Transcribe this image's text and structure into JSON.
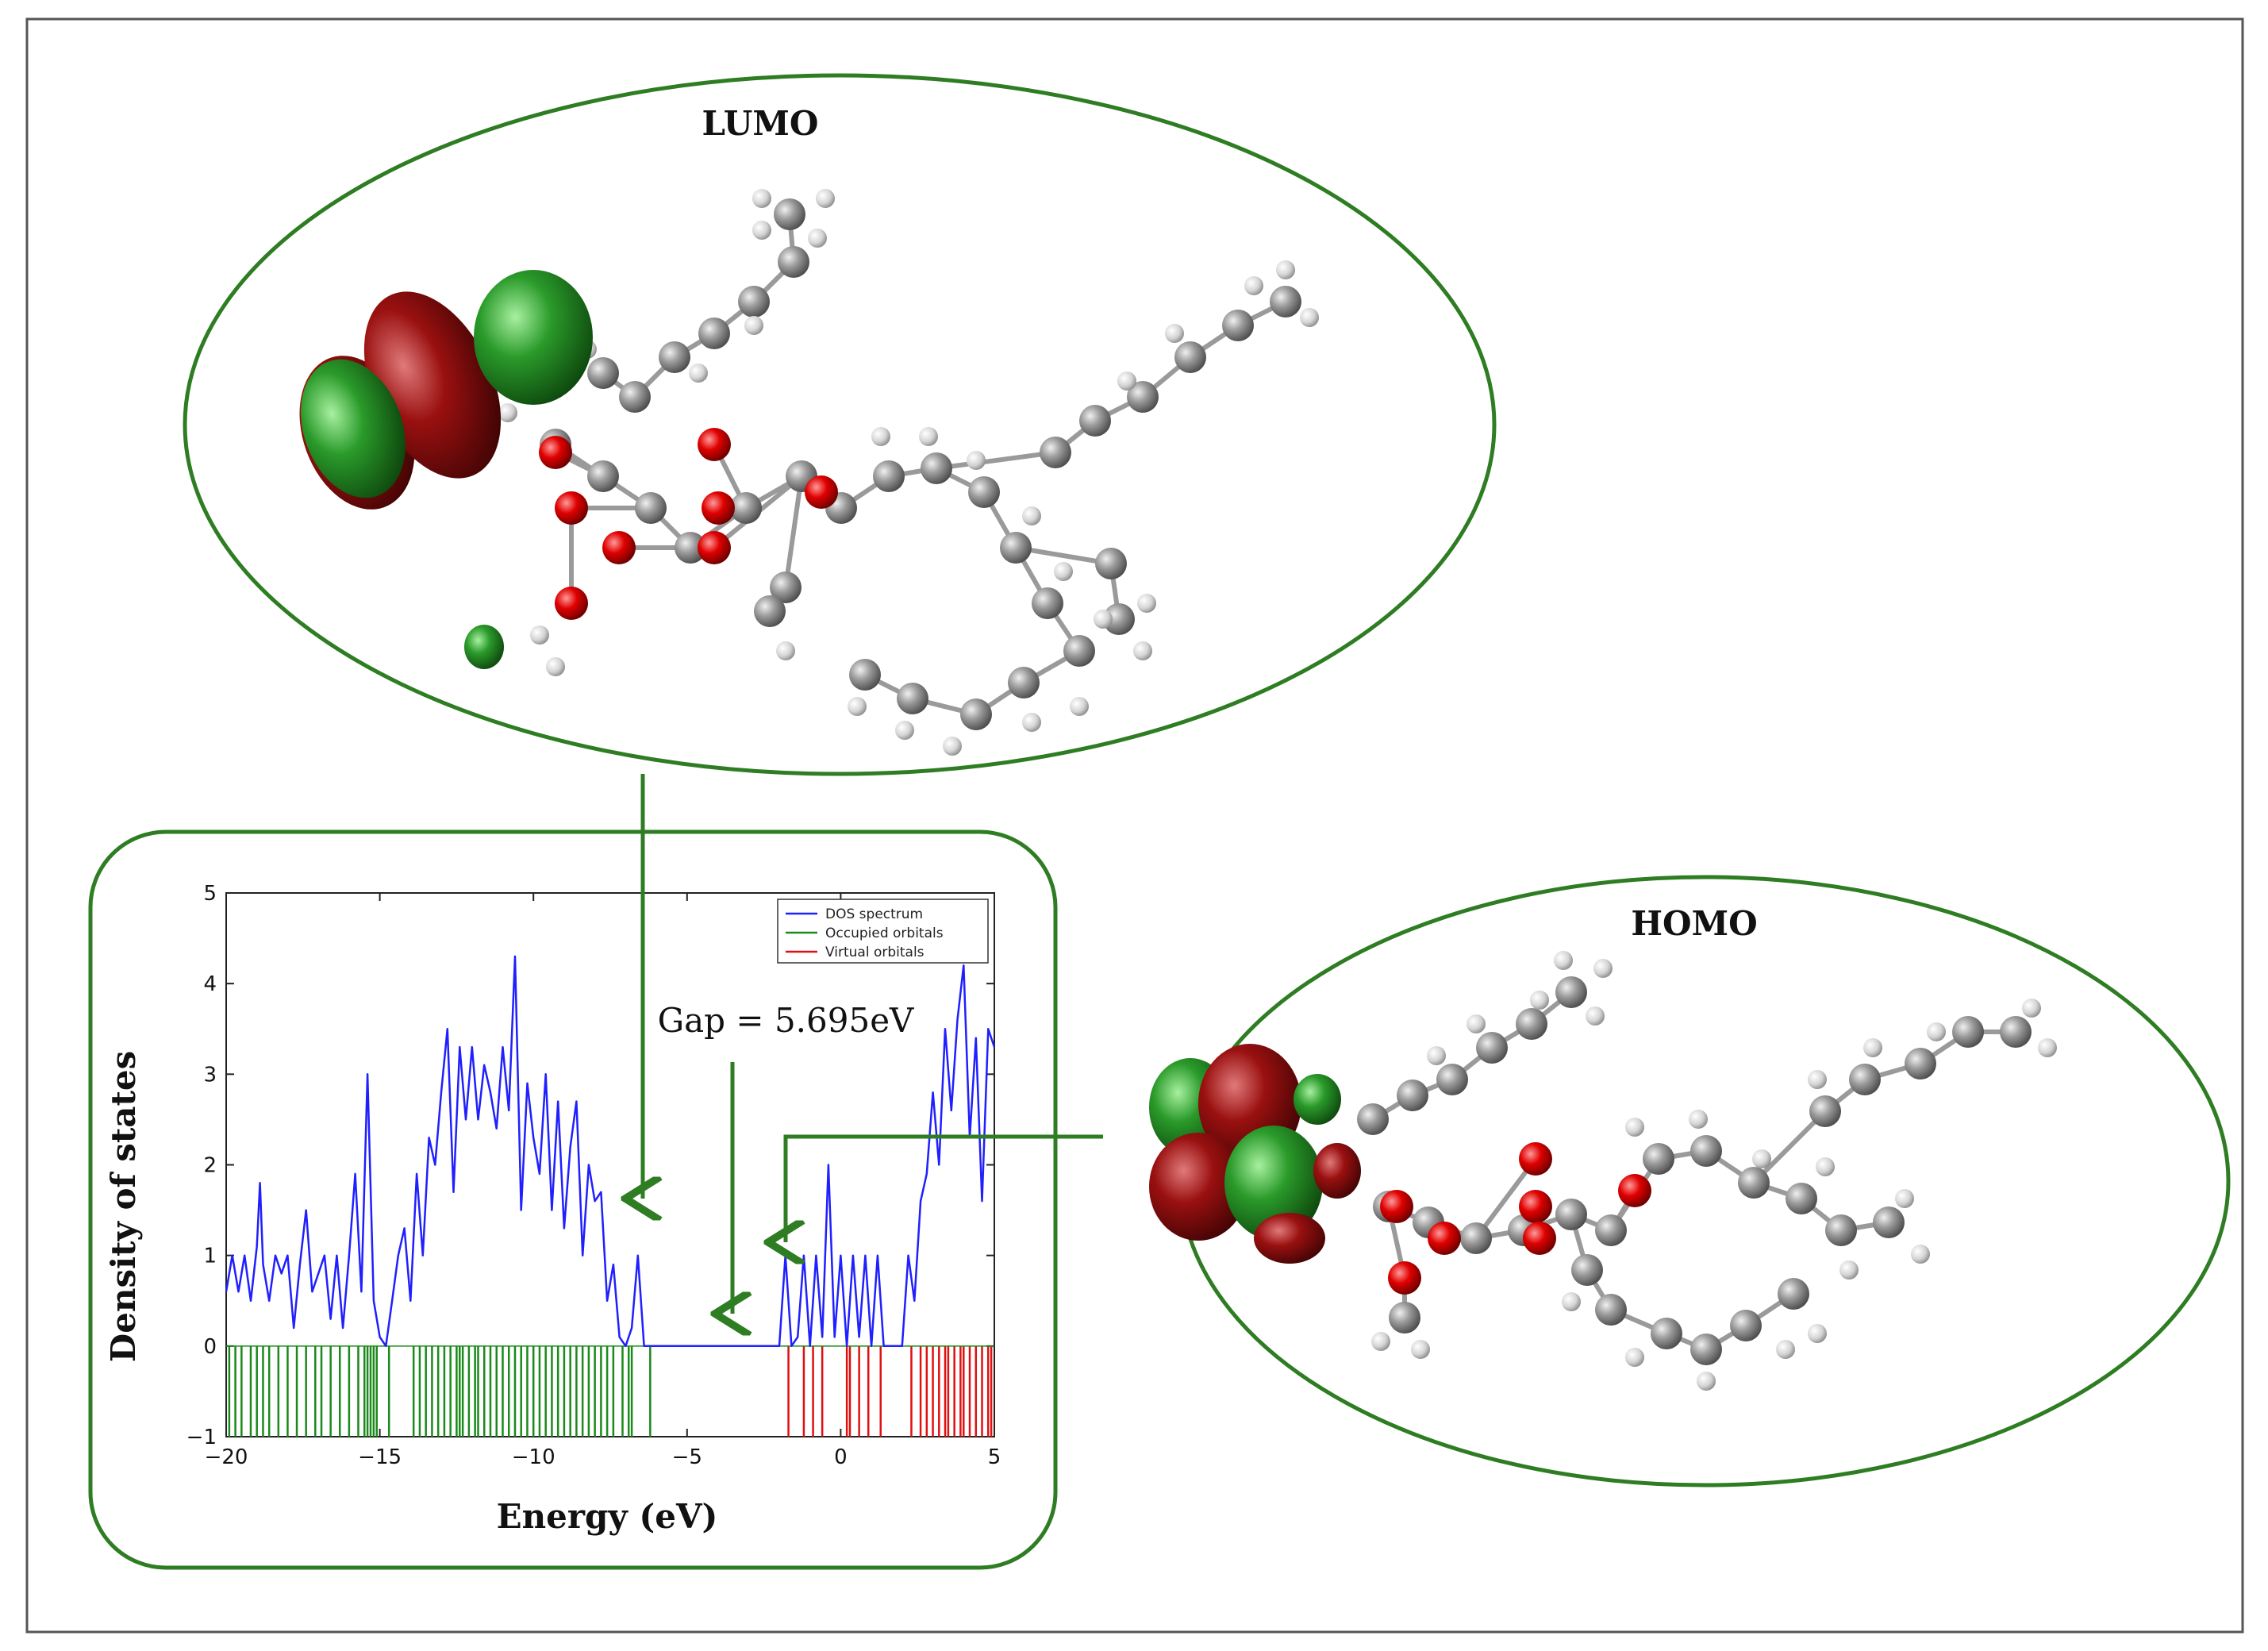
{
  "colors": {
    "frame": "#555555",
    "panel_border": "#2e7d23",
    "arrow": "#2e7d23",
    "dos_line": "#1f1fff",
    "occupied": "#1a8a1a",
    "virtual": "#e01010",
    "lobe_green": "#1b7a1b",
    "lobe_red": "#8b0d0d",
    "carbon": "#8c8c8c",
    "hydrogen": "#d9d9d9",
    "oxygen": "#d40000"
  },
  "panels": {
    "lumo_label": "LUMO",
    "homo_label": "HOMO",
    "gap_label": "Gap = 5.695eV"
  },
  "chart_data": {
    "type": "line",
    "xlabel": "Energy (eV)",
    "ylabel": "Density of states",
    "xlim": [
      -20,
      5
    ],
    "ylim": [
      -1,
      5
    ],
    "xticks": [
      -20,
      -15,
      -10,
      -5,
      0,
      5
    ],
    "yticks": [
      -1,
      0,
      1,
      2,
      3,
      4,
      5
    ],
    "xtick_labels": [
      "−20",
      "−15",
      "−10",
      "−5",
      "0",
      "5"
    ],
    "ytick_labels": [
      "−1",
      "0",
      "1",
      "2",
      "3",
      "4",
      "5"
    ],
    "grid": false,
    "legend_position": "top-right",
    "gap_ev": 5.695,
    "series": [
      {
        "name": "DOS spectrum",
        "x": [
          -20.0,
          -19.8,
          -19.6,
          -19.4,
          -19.2,
          -19.0,
          -18.9,
          -18.8,
          -18.6,
          -18.4,
          -18.2,
          -18.0,
          -17.8,
          -17.6,
          -17.4,
          -17.2,
          -17.0,
          -16.8,
          -16.6,
          -16.4,
          -16.2,
          -16.0,
          -15.8,
          -15.6,
          -15.4,
          -15.2,
          -15.0,
          -14.8,
          -14.6,
          -14.4,
          -14.2,
          -14.0,
          -13.8,
          -13.6,
          -13.4,
          -13.2,
          -13.0,
          -12.8,
          -12.6,
          -12.4,
          -12.2,
          -12.0,
          -11.8,
          -11.6,
          -11.4,
          -11.2,
          -11.0,
          -10.8,
          -10.6,
          -10.4,
          -10.2,
          -10.0,
          -9.8,
          -9.6,
          -9.4,
          -9.2,
          -9.0,
          -8.8,
          -8.6,
          -8.4,
          -8.2,
          -8.0,
          -7.8,
          -7.6,
          -7.4,
          -7.2,
          -7.0,
          -6.8,
          -6.6,
          -6.4,
          -6.2,
          -6.0,
          -5.5,
          -5.0,
          -4.5,
          -4.0,
          -3.5,
          -3.0,
          -2.5,
          -2.0,
          -1.8,
          -1.6,
          -1.4,
          -1.2,
          -1.0,
          -0.8,
          -0.6,
          -0.4,
          -0.2,
          0.0,
          0.2,
          0.4,
          0.6,
          0.8,
          1.0,
          1.2,
          1.4,
          1.6,
          1.8,
          2.0,
          2.2,
          2.4,
          2.6,
          2.8,
          3.0,
          3.2,
          3.4,
          3.6,
          3.8,
          4.0,
          4.2,
          4.4,
          4.6,
          4.8,
          5.0
        ],
        "y": [
          0.6,
          1.0,
          0.6,
          1.0,
          0.5,
          1.1,
          1.8,
          0.9,
          0.5,
          1.0,
          0.8,
          1.0,
          0.2,
          0.9,
          1.5,
          0.6,
          0.8,
          1.0,
          0.3,
          1.0,
          0.2,
          1.0,
          1.9,
          0.6,
          3.0,
          0.5,
          0.1,
          0.0,
          0.5,
          1.0,
          1.3,
          0.5,
          1.9,
          1.0,
          2.3,
          2.0,
          2.8,
          3.5,
          1.7,
          3.3,
          2.5,
          3.3,
          2.5,
          3.1,
          2.8,
          2.4,
          3.3,
          2.6,
          4.3,
          1.5,
          2.9,
          2.3,
          1.9,
          3.0,
          1.5,
          2.7,
          1.3,
          2.2,
          2.7,
          1.0,
          2.0,
          1.6,
          1.7,
          0.5,
          0.9,
          0.1,
          0.0,
          0.2,
          1.0,
          0.0,
          0.0,
          0.0,
          0.0,
          0.0,
          0.0,
          0.0,
          0.0,
          0.0,
          0.0,
          0.0,
          1.0,
          0.0,
          0.1,
          1.0,
          0.0,
          1.0,
          0.1,
          2.0,
          0.1,
          1.0,
          0.0,
          1.0,
          0.1,
          1.0,
          0.0,
          1.0,
          0.0,
          0.0,
          0.0,
          0.0,
          1.0,
          0.5,
          1.6,
          1.9,
          2.8,
          2.0,
          3.5,
          2.6,
          3.6,
          4.2,
          2.3,
          3.4,
          1.6,
          3.5,
          3.3
        ]
      },
      {
        "name": "Occupied orbitals",
        "values": [
          -19.9,
          -19.7,
          -19.5,
          -19.2,
          -19.0,
          -18.8,
          -18.6,
          -18.3,
          -18.0,
          -17.7,
          -17.4,
          -17.1,
          -16.9,
          -16.6,
          -16.3,
          -16.0,
          -15.7,
          -15.5,
          -15.4,
          -15.3,
          -15.2,
          -15.1,
          -14.7,
          -13.9,
          -13.7,
          -13.5,
          -13.3,
          -13.1,
          -12.9,
          -12.7,
          -12.5,
          -12.4,
          -12.3,
          -12.1,
          -11.9,
          -11.8,
          -11.6,
          -11.4,
          -11.2,
          -11.0,
          -10.8,
          -10.6,
          -10.4,
          -10.2,
          -10.0,
          -9.8,
          -9.6,
          -9.4,
          -9.2,
          -9.0,
          -8.8,
          -8.6,
          -8.4,
          -8.2,
          -8.0,
          -7.8,
          -7.6,
          -7.4,
          -7.1,
          -6.9,
          -6.8,
          -6.2
        ]
      },
      {
        "name": "Virtual orbitals",
        "values": [
          -1.7,
          -1.2,
          -0.9,
          -0.6,
          0.2,
          0.3,
          0.6,
          0.9,
          1.3,
          2.3,
          2.6,
          2.8,
          3.0,
          3.2,
          3.4,
          3.5,
          3.7,
          3.9,
          4.0,
          4.2,
          4.4,
          4.6,
          4.8,
          4.9
        ]
      }
    ]
  }
}
